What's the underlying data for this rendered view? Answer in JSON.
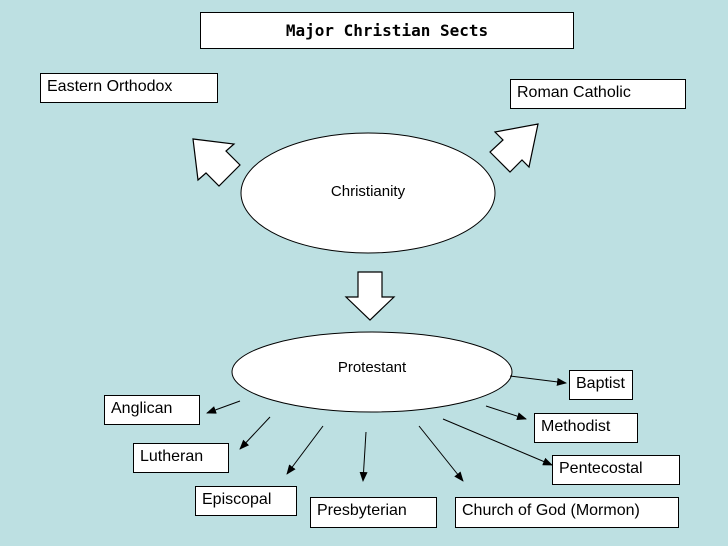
{
  "title": "Major Christian Sects",
  "center": "Christianity",
  "branches": {
    "eastern": "Eastern Orthodox",
    "roman": "Roman Catholic",
    "protestant": "Protestant"
  },
  "denominations": {
    "anglican": "Anglican",
    "lutheran": "Lutheran",
    "episcopal": "Episcopal",
    "presbyterian": "Presbyterian",
    "mormon": "Church of God (Mormon)",
    "pentecostal": "Pentecostal",
    "methodist": "Methodist",
    "baptist": "Baptist"
  }
}
